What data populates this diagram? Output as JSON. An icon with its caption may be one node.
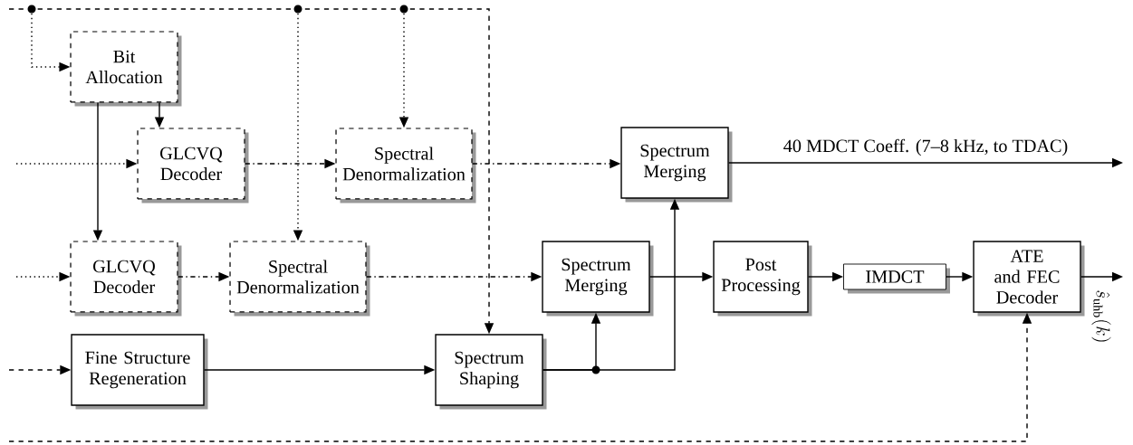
{
  "diagram": {
    "nodes": [
      {
        "text": [
          "Bit Allocation"
        ]
      },
      {
        "text": [
          "GLCVQ Decoder"
        ]
      },
      {
        "text": [
          "Spectral Denormalization"
        ]
      },
      {
        "text": [
          "GLCVQ Decoder"
        ]
      },
      {
        "text": [
          "Spectral Denormalization"
        ]
      },
      {
        "text": [
          "Spectrum Merging"
        ]
      },
      {
        "text": [
          "Spectrum Merging"
        ]
      },
      {
        "text": [
          "Fine Structure Regeneration"
        ]
      },
      {
        "text": [
          "Spectrum Shaping"
        ]
      },
      {
        "text": [
          "Post Processing"
        ]
      },
      {
        "text": [
          "IMDCT"
        ]
      },
      {
        "text": [
          "ATE and FEC Decoder"
        ]
      }
    ],
    "edges": [
      {
        "from": null,
        "to": 0,
        "arrow": "to",
        "style": "dashed"
      },
      {
        "from": null,
        "to": 1,
        "arrow": "to",
        "style": "dashed"
      },
      {
        "from": null,
        "to": 3,
        "arrow": "to",
        "style": "dashed"
      },
      {
        "from": null,
        "to": 7,
        "arrow": "to",
        "style": "dashed"
      },
      {
        "from": null,
        "to": 8,
        "arrow": "to",
        "style": "dashed"
      },
      {
        "from": null,
        "to": 2,
        "arrow": "to",
        "style": "dashed"
      },
      {
        "from": null,
        "to": 4,
        "arrow": "to",
        "style": "dashed"
      },
      {
        "from": null,
        "to": 11,
        "arrow": "to",
        "style": "dashed"
      },
      {
        "from": 0,
        "to": 1,
        "arrow": "to"
      },
      {
        "from": 0,
        "to": 3,
        "arrow": "to"
      },
      {
        "from": 1,
        "to": 2,
        "arrow": "to",
        "style": "dashed"
      },
      {
        "from": 2,
        "to": 5,
        "arrow": "to",
        "style": "dashed"
      },
      {
        "from": 3,
        "to": 4,
        "arrow": "to",
        "style": "dashed"
      },
      {
        "from": 4,
        "to": 6,
        "arrow": "to",
        "style": "dashed"
      },
      {
        "from": 7,
        "to": 8,
        "arrow": "to"
      },
      {
        "from": 8,
        "to": 6,
        "arrow": "to"
      },
      {
        "from": 8,
        "to": 5,
        "arrow": "to"
      },
      {
        "from": 6,
        "to": 9,
        "arrow": "to"
      },
      {
        "from": 9,
        "to": 10,
        "arrow": "to"
      },
      {
        "from": 10,
        "to": 11,
        "arrow": "to"
      },
      {
        "from": 5,
        "to": null,
        "arrow": "to",
        "label": "40 MDCT Coeff. (7–8 kHz, to TDAC)"
      },
      {
        "from": 11,
        "to": null,
        "arrow": "to",
        "label": "\\hat{s}_{\\mathrm{uhb}}(k)"
      }
    ]
  }
}
